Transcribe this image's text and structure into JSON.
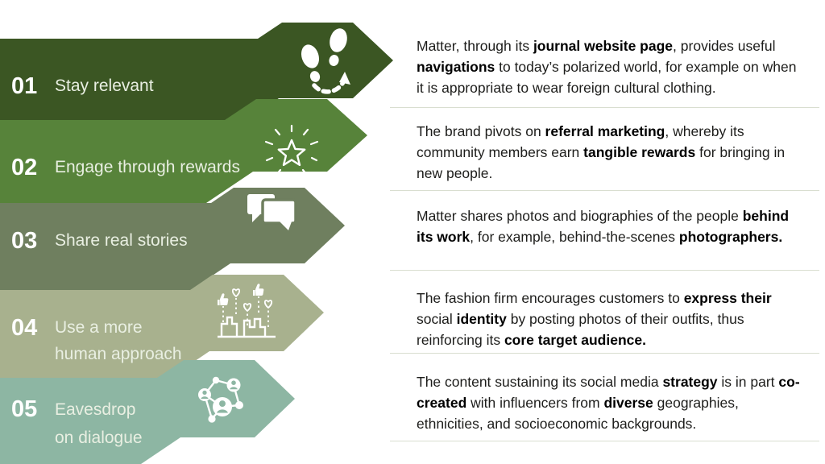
{
  "slide": {
    "background": "#ffffff",
    "divider_color": "#d9ded0",
    "body_text_color": "#1d1d1b",
    "label_text_color": "#e9efe2",
    "number_text_color": "#ffffff",
    "rows": [
      {
        "number": "01",
        "label_lines": [
          "Stay relevant"
        ],
        "icon": "footsteps-icon",
        "color": "#3b5623"
      },
      {
        "number": "02",
        "label_lines": [
          "Engage through rewards"
        ],
        "icon": "star-sparkle-icon",
        "color": "#57833a"
      },
      {
        "number": "03",
        "label_lines": [
          "Share real stories"
        ],
        "icon": "speech-bubbles-icon",
        "color": "#6f7f5f"
      },
      {
        "number": "04",
        "label_lines": [
          "Use a more",
          "human approach"
        ],
        "icon": "engagement-chart-icon",
        "color": "#a8b18e"
      },
      {
        "number": "05",
        "label_lines": [
          "Eavesdrop",
          "on dialogue"
        ],
        "icon": "people-network-icon",
        "color": "#8db6a3"
      }
    ],
    "paragraphs": [
      {
        "segments": [
          {
            "text": "Matter, through its ",
            "bold": false
          },
          {
            "text": "journal website page",
            "bold": true
          },
          {
            "text": ", provides useful ",
            "bold": false
          },
          {
            "text": "navigations",
            "bold": true
          },
          {
            "text": " to today’s polarized world, for example on when it is appropriate to wear foreign cultural clothing.",
            "bold": false
          }
        ]
      },
      {
        "segments": [
          {
            "text": "The brand pivots on ",
            "bold": false
          },
          {
            "text": "referral marketing",
            "bold": true
          },
          {
            "text": ", whereby its community members earn ",
            "bold": false
          },
          {
            "text": "tangible rewards",
            "bold": true
          },
          {
            "text": " for bringing in new people.",
            "bold": false
          }
        ]
      },
      {
        "segments": [
          {
            "text": "Matter shares photos and biographies of the people ",
            "bold": false
          },
          {
            "text": "behind its work",
            "bold": true
          },
          {
            "text": ", for example, behind-the-scenes ",
            "bold": false
          },
          {
            "text": "photographers.",
            "bold": true
          }
        ]
      },
      {
        "segments": [
          {
            "text": "The fashion firm encourages customers to ",
            "bold": false
          },
          {
            "text": "express their",
            "bold": true
          },
          {
            "text": " social ",
            "bold": false
          },
          {
            "text": "identity",
            "bold": true
          },
          {
            "text": " by posting photos of their outfits, thus reinforcing its ",
            "bold": false
          },
          {
            "text": "core target audience.",
            "bold": true
          }
        ]
      },
      {
        "segments": [
          {
            "text": "The content sustaining its social media ",
            "bold": false
          },
          {
            "text": "strategy",
            "bold": true
          },
          {
            "text": " is in part ",
            "bold": false
          },
          {
            "text": "co-created",
            "bold": true
          },
          {
            "text": " with influencers from ",
            "bold": false
          },
          {
            "text": "diverse",
            "bold": true
          },
          {
            "text": " geographies, ethnicities, and socioeconomic backgrounds.",
            "bold": false
          }
        ]
      }
    ]
  }
}
